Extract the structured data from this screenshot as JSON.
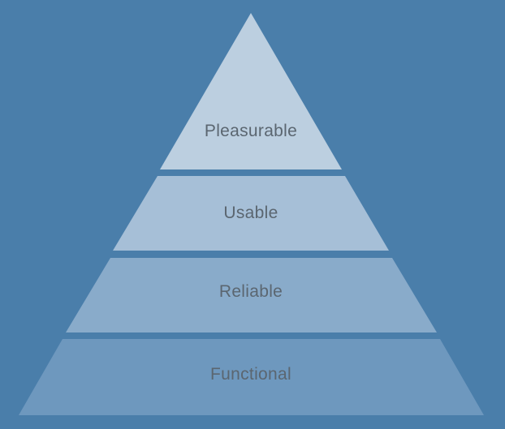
{
  "background_color": "#4a7eaa",
  "tiers": [
    {
      "label": "Pleasurable",
      "color": "#bccfe0"
    },
    {
      "label": "Usable",
      "color": "#a6bfd7"
    },
    {
      "label": "Reliable",
      "color": "#89abca"
    },
    {
      "label": "Functional",
      "color": "#6e98be"
    }
  ]
}
